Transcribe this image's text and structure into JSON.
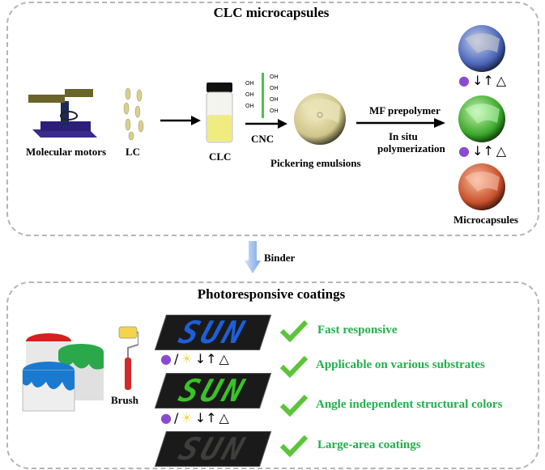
{
  "top_panel": {
    "title": "CLC microcapsules",
    "labels": {
      "molecular_motors": "Molecular motors",
      "lc": "LC",
      "clc": "CLC",
      "cnc": "CNC",
      "pickering": "Pickering emulsions",
      "mf_prepolymer": "MF prepolymer",
      "in_situ": "In situ",
      "polymerization": "polymerization",
      "microcapsules": "Microcapsules"
    },
    "oh_label": "OH",
    "switch_symbols": {
      "arrows": "↓↑",
      "heat": "△"
    }
  },
  "binder_label": "Binder",
  "bottom_panel": {
    "title": "Photoresponsive coatings",
    "brush_label": "Brush",
    "sun_text": "SUN",
    "switch_symbols": {
      "slash": "/",
      "arrows": "↓↑",
      "heat": "△"
    },
    "features": [
      "Fast responsive",
      "Applicable on various substrates",
      "Angle independent structural colors",
      "Large-area coatings"
    ]
  },
  "colors": {
    "feature_green": "#22b04a",
    "check_green": "#5cc43a"
  }
}
